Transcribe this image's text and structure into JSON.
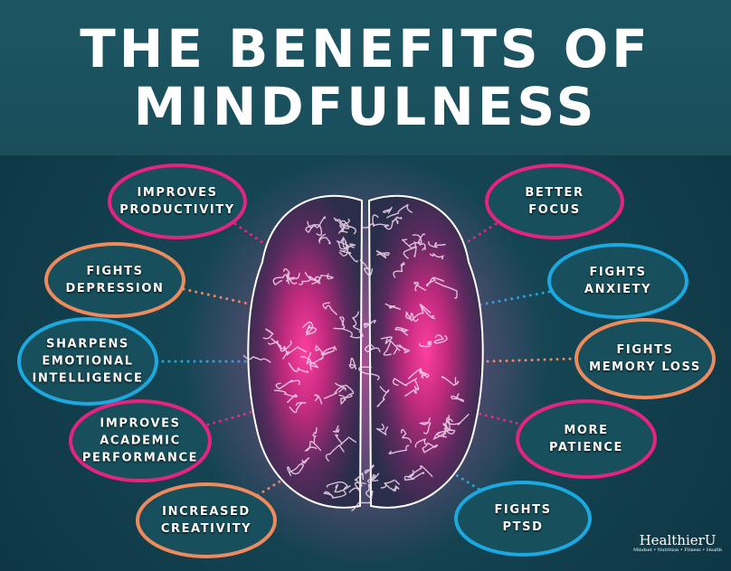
{
  "title": {
    "line1": "THE BENEFITS OF",
    "line2": "MINDFULNESS"
  },
  "colors": {
    "pink": "#e8237d",
    "orange": "#f08a5d",
    "blue": "#1aa9e0",
    "background": "#123f4d"
  },
  "benefits": [
    {
      "line1": "IMPROVES",
      "line2": "PRODUCTIVITY",
      "color": "pink",
      "side": "left"
    },
    {
      "line1": "FIGHTS",
      "line2": "DEPRESSION",
      "color": "orange",
      "side": "left"
    },
    {
      "line1": "SHARPENS",
      "line2": "EMOTIONAL",
      "line3": "INTELLIGENCE",
      "color": "blue",
      "side": "left"
    },
    {
      "line1": "IMPROVES",
      "line2": "ACADEMIC",
      "line3": "PERFORMANCE",
      "color": "pink",
      "side": "left"
    },
    {
      "line1": "INCREASED",
      "line2": "CREATIVITY",
      "color": "orange",
      "side": "left"
    },
    {
      "line1": "BETTER",
      "line2": "FOCUS",
      "color": "pink",
      "side": "right"
    },
    {
      "line1": "FIGHTS",
      "line2": "ANXIETY",
      "color": "blue",
      "side": "right"
    },
    {
      "line1": "FIGHTS",
      "line2": "MEMORY LOSS",
      "color": "orange",
      "side": "right"
    },
    {
      "line1": "MORE",
      "line2": "PATIENCE",
      "color": "pink",
      "side": "right"
    },
    {
      "line1": "FIGHTS",
      "line2": "PTSD",
      "color": "blue",
      "side": "right"
    }
  ],
  "logo": {
    "name": "HealthierU",
    "tagline": "Mindset • Nutrition • Fitness • Health"
  }
}
